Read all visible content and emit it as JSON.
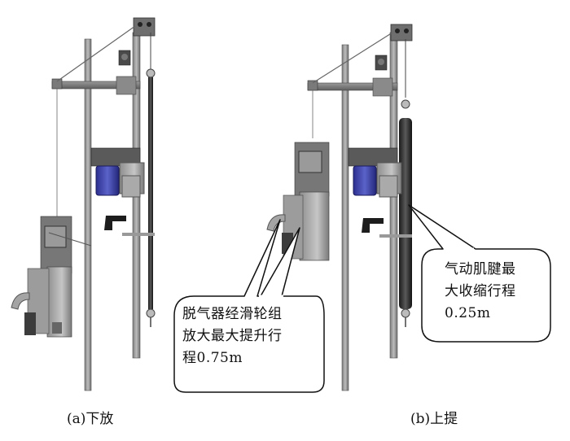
{
  "callout_left": {
    "lines": [
      "脱气器经滑轮组",
      "放大最大提升行",
      "程0.75m"
    ]
  },
  "callout_right": {
    "lines": [
      "气动肌腱最",
      "大收缩行程",
      "0.25m"
    ]
  },
  "captions": {
    "left": "(a)下放",
    "right": "(b)上提"
  }
}
